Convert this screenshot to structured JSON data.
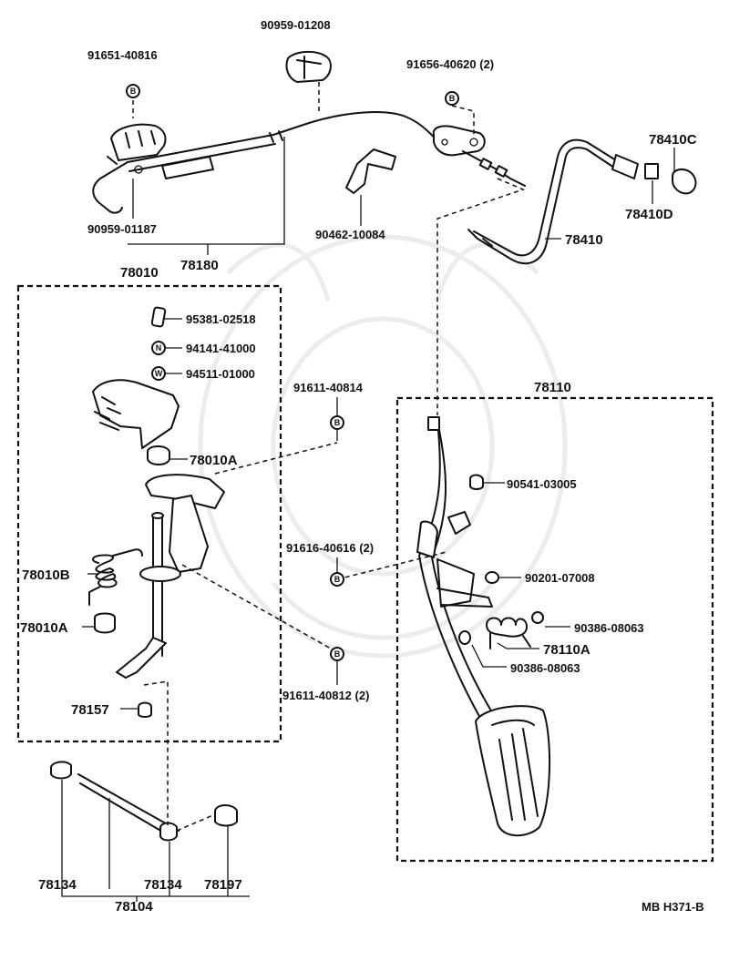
{
  "diagram": {
    "code": "MB H371-B",
    "groups": {
      "g78010": "78010",
      "g78110": "78110",
      "g78180": "78180",
      "g78104": "78104"
    },
    "labels": {
      "p90959_01208": "90959-01208",
      "p91651_40816": "91651-40816",
      "p91656_40620": "91656-40620 (2)",
      "p78410C": "78410C",
      "p78410D": "78410D",
      "p78410": "78410",
      "p90959_01187": "90959-01187",
      "p90462_10084": "90462-10084",
      "p95381_02518": "95381-02518",
      "p94141_41000": "94141-41000",
      "p94511_01000": "94511-01000",
      "p91611_40814": "91611-40814",
      "p78010A_top": "78010A",
      "p78010B": "78010B",
      "p78010A_bot": "78010A",
      "p78157": "78157",
      "p91616_40616": "91616-40616 (2)",
      "p91611_40812": "91611-40812 (2)",
      "p90541_03005": "90541-03005",
      "p90201_07008": "90201-07008",
      "p90386_08063_a": "90386-08063",
      "p78110A": "78110A",
      "p90386_08063_b": "90386-08063",
      "p78134_a": "78134",
      "p78134_b": "78134",
      "p78197": "78197"
    },
    "symbols": {
      "b": "B",
      "n": "N",
      "w": "W"
    }
  }
}
